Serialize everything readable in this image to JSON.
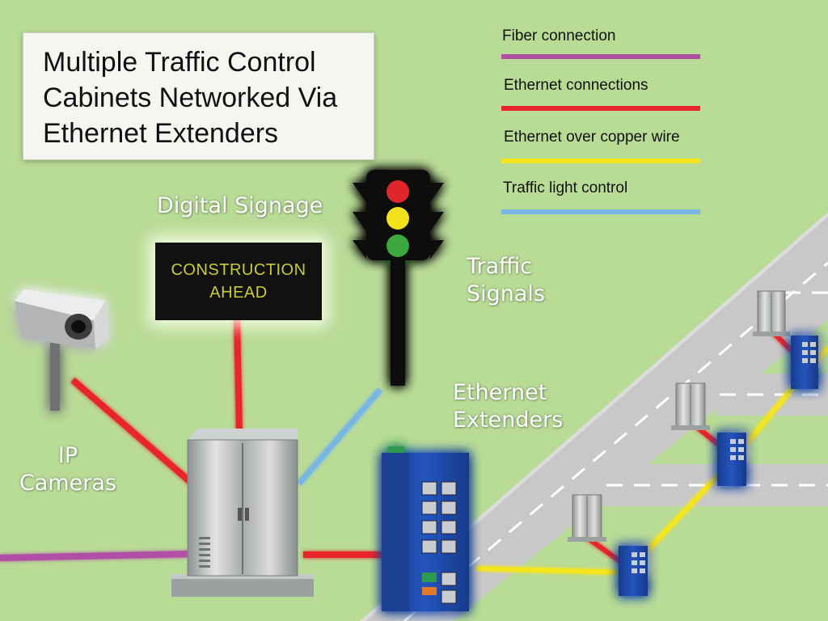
{
  "title": {
    "line1": "Multiple Traffic Control",
    "line2": "Cabinets Networked Via",
    "line3": "Ethernet Extenders"
  },
  "legend": [
    {
      "label": "Fiber connection",
      "color": "#b14fa6"
    },
    {
      "label": "Ethernet connections",
      "color": "#e8262b"
    },
    {
      "label": "Ethernet over copper wire",
      "color": "#f5e51b"
    },
    {
      "label": "Traffic light control",
      "color": "#79b6e4"
    }
  ],
  "labels": {
    "digital_signage": "Digital Signage",
    "traffic_signals_1": "Traffic",
    "traffic_signals_2": "Signals",
    "ip_cameras_1": "IP",
    "ip_cameras_2": "Cameras",
    "ethernet_extenders_1": "Ethernet",
    "ethernet_extenders_2": "Extenders"
  },
  "sign": {
    "line1": "CONSTRUCTION",
    "line2": "AHEAD"
  },
  "colors": {
    "background": "#b8db96",
    "road": "#c7c7c7",
    "extender_blue": "#1d47a8",
    "traffic_red": "#e0262b",
    "traffic_yellow": "#f2e21a",
    "traffic_green": "#3aa83c"
  }
}
